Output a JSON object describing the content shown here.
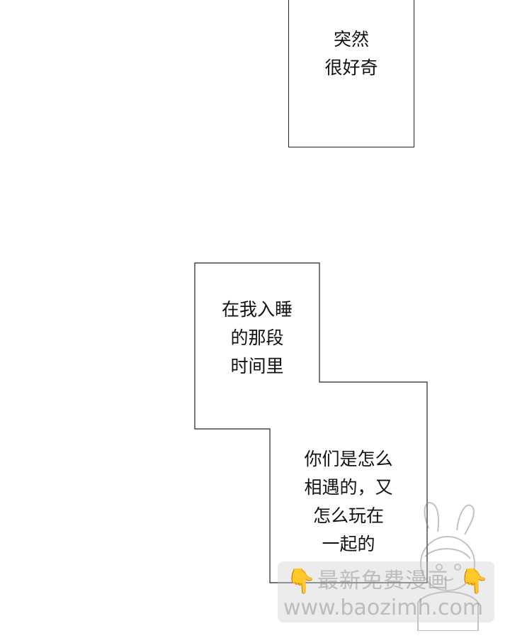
{
  "panel_top": {
    "lines": [
      "突然",
      "很好奇"
    ]
  },
  "panel_step": {
    "upper_lines": [
      "在我入睡",
      "的那段",
      "时间里"
    ],
    "lower_lines": [
      "你们是怎么",
      "相遇的，又",
      "怎么玩在",
      "一起的"
    ]
  },
  "watermark": {
    "line1": "最新免费漫画",
    "line2": "www.baozimh.com",
    "pointer_icon": "hand-pointing-down-icon",
    "color": "#f3b21a"
  }
}
